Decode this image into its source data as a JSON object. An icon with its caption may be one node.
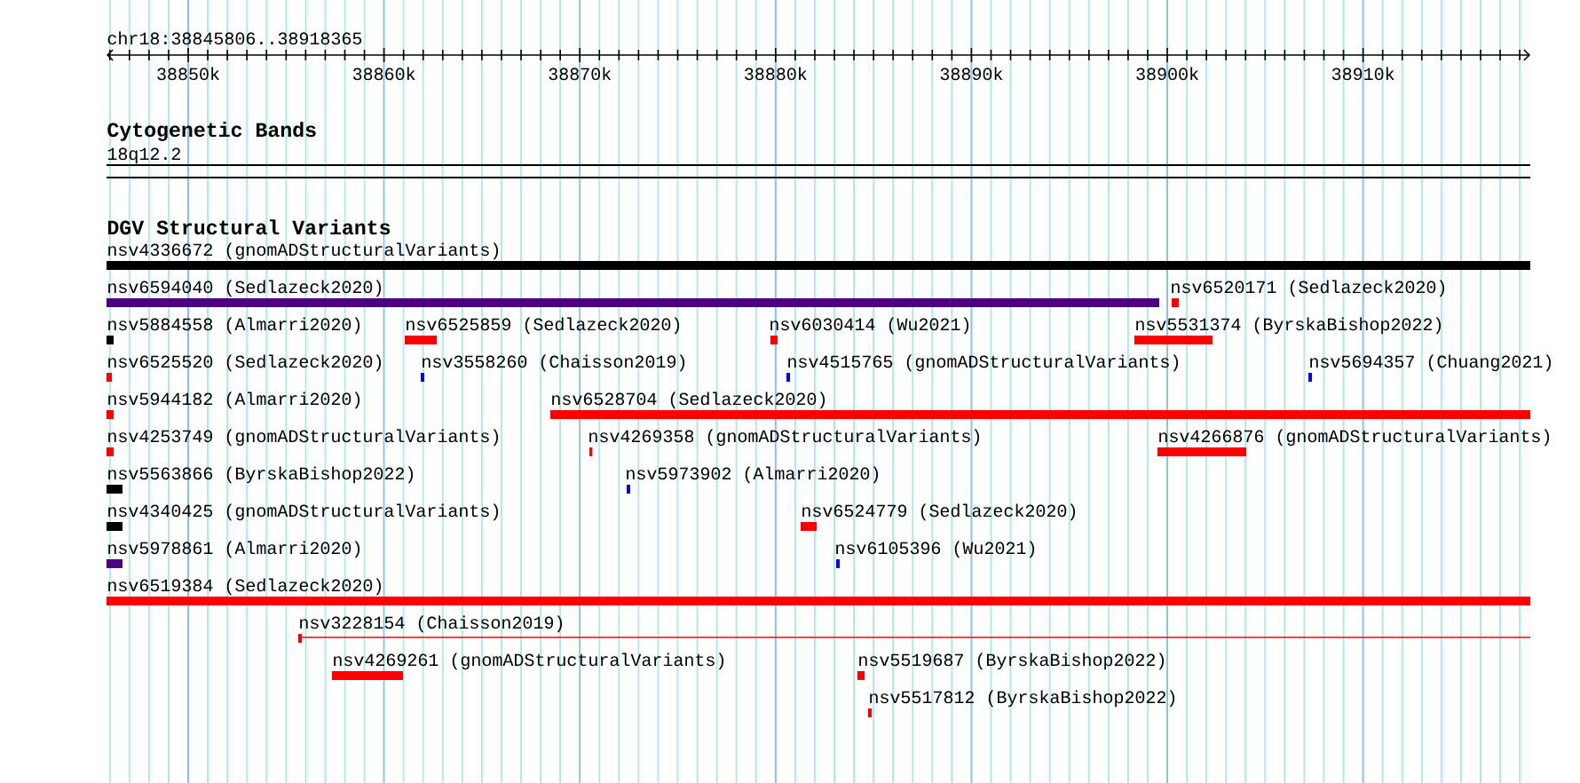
{
  "diagram": {
    "title": "chr18:38845806..38918365",
    "nodes": [
      {
        "text": [
          "nsv4336672 (gnomADStructuralVariants)"
        ]
      },
      {
        "text": [
          "nsv6594040 (Sedlazeck2020)"
        ]
      },
      {
        "text": [
          "nsv6520171 (Sedlazeck2020)"
        ]
      },
      {
        "text": [
          "nsv5884558 (Almarri2020)"
        ]
      },
      {
        "text": [
          "nsv6525859 (Sedlazeck2020)"
        ]
      },
      {
        "text": [
          "nsv6030414 (Wu2021)"
        ]
      },
      {
        "text": [
          "nsv5531374 (ByrskaBishop2022)"
        ]
      },
      {
        "text": [
          "nsv6525520 (Sedlazeck2020)"
        ]
      },
      {
        "text": [
          "nsv3558260 (Chaisson2019)"
        ]
      },
      {
        "text": [
          "nsv4515765 (gnomADStructuralVariants)"
        ]
      },
      {
        "text": [
          "nsv5694357 (Chuang2021)"
        ]
      },
      {
        "text": [
          "nsv5944182 (Almarri2020)"
        ]
      },
      {
        "text": [
          "nsv6528704 (Sedlazeck2020)"
        ]
      },
      {
        "text": [
          "nsv4253749 (gnomADStructuralVariants)"
        ]
      },
      {
        "text": [
          "nsv4269358 (gnomADStructuralVariants)"
        ]
      },
      {
        "text": [
          "nsv4266876 (gnomADStructuralVariants)"
        ]
      },
      {
        "text": [
          "nsv5563866 (ByrskaBishop2022)"
        ]
      },
      {
        "text": [
          "nsv5973902 (Almarri2020)"
        ]
      },
      {
        "text": [
          "nsv4340425 (gnomADStructuralVariants)"
        ]
      },
      {
        "text": [
          "nsv6524779 (Sedlazeck2020)"
        ]
      },
      {
        "text": [
          "nsv5978861 (Almarri2020)"
        ]
      },
      {
        "text": [
          "nsv6105396 (Wu2021)"
        ]
      },
      {
        "text": [
          "nsv6519384 (Sedlazeck2020)"
        ]
      },
      {
        "text": [
          "nsv3228154 (Chaisson2019)"
        ]
      },
      {
        "text": [
          "nsv4269261 (gnomADStructuralVariants)"
        ]
      },
      {
        "text": [
          "nsv5519687 (ByrskaBishop2022)"
        ]
      },
      {
        "text": [
          "nsv5517812 (ByrskaBishop2022)"
        ]
      }
    ],
    "labels": [
      "38850k",
      "38860k",
      "38870k",
      "38880k",
      "38890k",
      "38900k",
      "38910k",
      "Cytogenetic Bands",
      "18q12.2",
      "DGV Structural Variants"
    ]
  }
}
